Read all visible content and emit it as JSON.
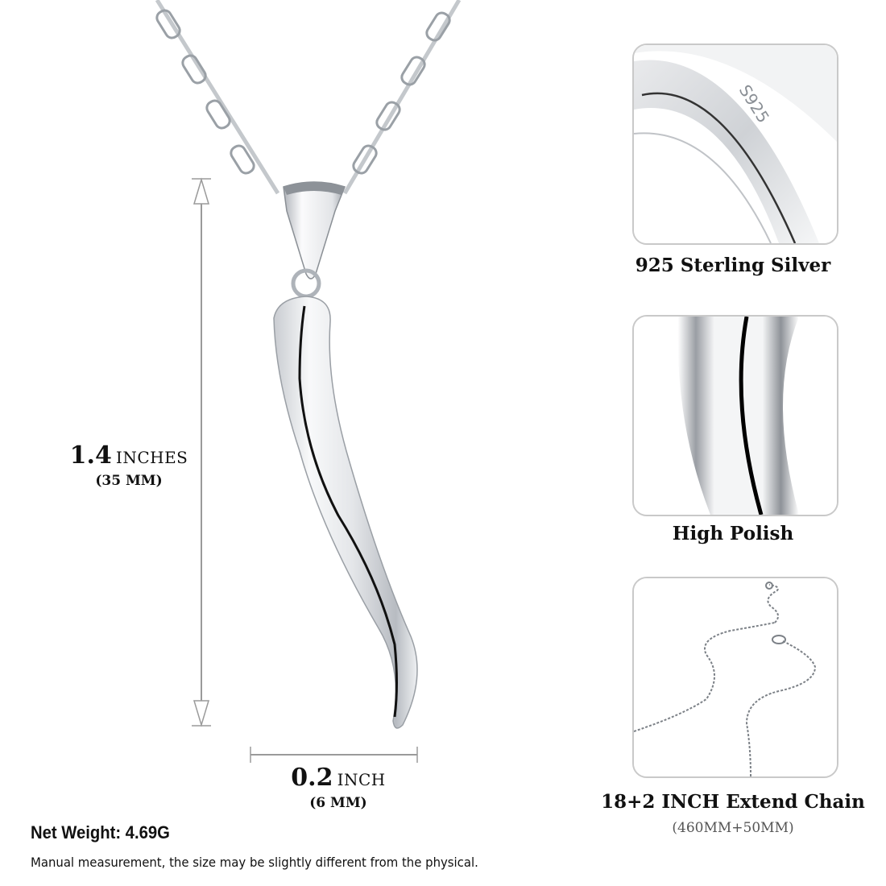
{
  "dimensions": {
    "height": {
      "value": "1.4",
      "unit": "INCHES",
      "metric": "(35 MM)"
    },
    "width": {
      "value": "0.2",
      "unit": "INCH",
      "metric": "(6 MM)"
    }
  },
  "features": [
    {
      "caption": "925 Sterling Silver",
      "stamp": "S925",
      "icon": "silver-stamp-closeup"
    },
    {
      "caption": "High Polish",
      "icon": "polished-surface-closeup"
    },
    {
      "caption": "18+2 INCH Extend Chain",
      "subcaption": "(460MM+50MM)",
      "icon": "chain-closeup"
    }
  ],
  "footer": {
    "weight": "Net Weight: 4.69G",
    "note": "Manual measurement, the size may be slightly different from the physical."
  },
  "colors": {
    "text": "#111111",
    "dimension_line": "#9a9a9a",
    "panel_border": "#c9c9c9",
    "silver": "#d9dbdf"
  }
}
